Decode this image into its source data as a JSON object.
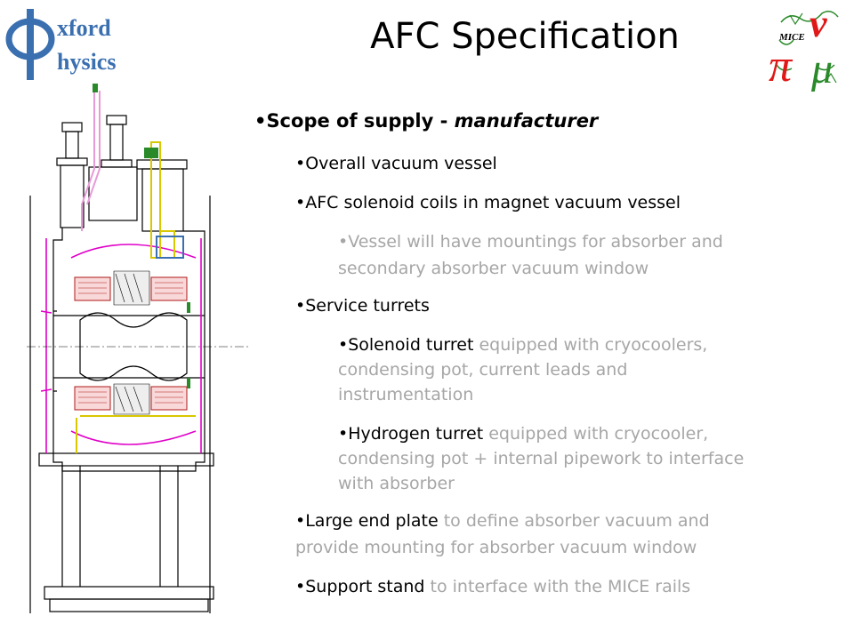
{
  "slide": {
    "title": "AFC Specification",
    "logo_left": {
      "line1": "xford",
      "line2": "hysics"
    },
    "logo_right": {
      "text": "MICE"
    }
  },
  "bullets": [
    {
      "level": 0,
      "bold": "Scope of supply - ",
      "italic": "manufacturer"
    },
    {
      "level": 1,
      "lines": [
        {
          "dark": "Overall vacuum vessel",
          "grey": ""
        }
      ]
    },
    {
      "level": 1,
      "lines": [
        {
          "dark": "AFC solenoid coils in magnet vacuum vessel",
          "grey": ""
        }
      ]
    },
    {
      "level": 2,
      "lines": [
        {
          "dark": "",
          "grey": "Vessel will have mountings for absorber and"
        },
        {
          "dark": "",
          "grey": "secondary absorber vacuum window"
        }
      ]
    },
    {
      "level": 1,
      "lines": [
        {
          "dark": "Service turrets",
          "grey": ""
        }
      ]
    },
    {
      "level": 2,
      "lines": [
        {
          "dark": "Solenoid turret",
          "grey": " equipped with cryocoolers,"
        },
        {
          "dark": "",
          "grey": "condensing pot, current leads and"
        },
        {
          "dark": "",
          "grey": "instrumentation"
        }
      ]
    },
    {
      "level": 2,
      "lines": [
        {
          "dark": "Hydrogen turret",
          "grey": " equipped with cryocooler,"
        },
        {
          "dark": "",
          "grey": "condensing pot + internal pipework to interface"
        },
        {
          "dark": "",
          "grey": "with absorber"
        }
      ]
    },
    {
      "level": 1,
      "lines": [
        {
          "dark": "Large end plate",
          "grey": " to define absorber vacuum and"
        },
        {
          "dark": "",
          "grey": "provide  mounting for absorber vacuum window"
        }
      ]
    },
    {
      "level": 1,
      "lines": [
        {
          "dark": "Support stand",
          "grey": " to interface with the MICE rails"
        }
      ]
    }
  ],
  "colors": {
    "grey_text": "#a6a6a6",
    "logo_blue": "#3a6fb0",
    "magenta": "#e000c8",
    "yellow": "#d8c800",
    "red": "#e01818"
  }
}
